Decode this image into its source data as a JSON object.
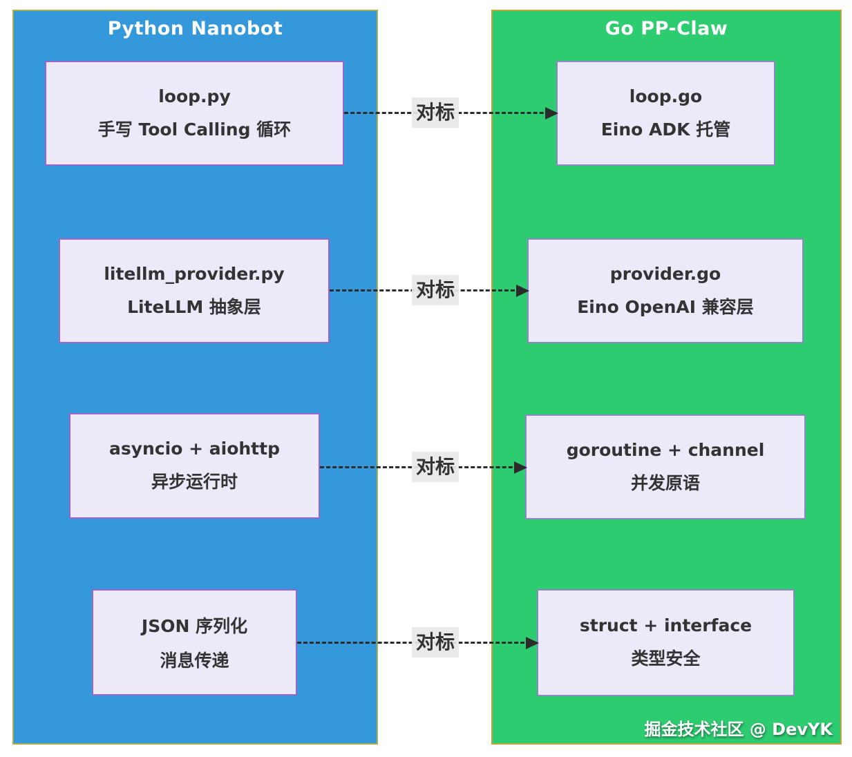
{
  "diagram": {
    "left_column": {
      "title": "Python Nanobot",
      "bg_color": "#3498db",
      "border_color": "#adad4b",
      "boxes": [
        {
          "line1": "loop.py",
          "line2": "手写 Tool Calling 循环"
        },
        {
          "line1": "litellm_provider.py",
          "line2": "LiteLLM 抽象层"
        },
        {
          "line1": "asyncio + aiohttp",
          "line2": "异步运行时"
        },
        {
          "line1": "JSON 序列化",
          "line2": "消息传递"
        }
      ]
    },
    "right_column": {
      "title": "Go PP-Claw",
      "bg_color": "#2ecc71",
      "border_color": "#c2a43a",
      "boxes": [
        {
          "line1": "loop.go",
          "line2": "Eino ADK 托管"
        },
        {
          "line1": "provider.go",
          "line2": "Eino OpenAI 兼容层"
        },
        {
          "line1": "goroutine + channel",
          "line2": "并发原语"
        },
        {
          "line1": "struct + interface",
          "line2": "类型安全"
        }
      ]
    },
    "arrows": {
      "label": "对标",
      "count": 4,
      "line_color": "#2b2b2b",
      "label_bg": "#e8e8e8",
      "direction": "left-to-right"
    },
    "node_style": {
      "fill": "#ece9f8",
      "left_border": "#9a63ce",
      "right_border": "#8f85c9",
      "text_color": "#333333"
    },
    "watermark": "掘金技术社区 @ DevYK"
  }
}
